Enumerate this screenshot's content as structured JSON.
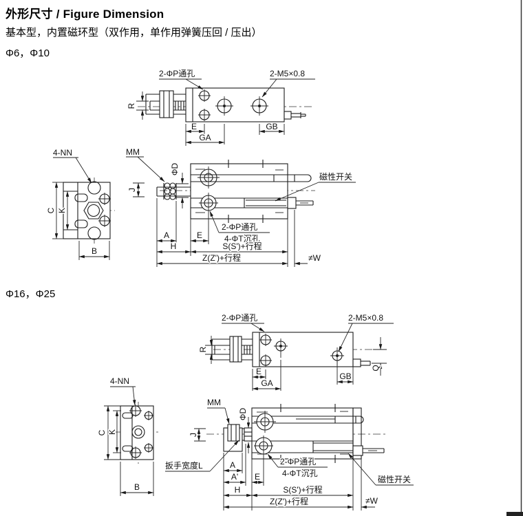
{
  "header": {
    "title": "外形尺寸 / Figure Dimension",
    "subtitle": "基本型，内置磁环型（双作用，单作用弹簧压回 / 压出）"
  },
  "sections": {
    "s1": {
      "size_label": "Φ6，Φ10"
    },
    "s2": {
      "size_label": "Φ16，Φ25"
    }
  },
  "labels": {
    "through_hole": "2-ΦP通孔",
    "thread_port": "2-M5×0.8",
    "counterbore": "4-ΦT沉孔",
    "nn": "4-NN",
    "mm": "MM",
    "phi_d": "ΦD",
    "magnetic_switch": "磁性开关",
    "stroke_s": "S(S')+行程",
    "stroke_z": "Z(Z')+行程",
    "w": "≠W",
    "wrench_width": "扳手宽度L",
    "dim_a": "A",
    "dim_a2": "A'",
    "dim_b": "B",
    "dim_c": "C",
    "dim_e": "E",
    "dim_ga": "GA",
    "dim_gb": "GB",
    "dim_h": "H",
    "dim_j": "J",
    "dim_k": "K",
    "dim_q": "Q",
    "dim_r": "R"
  }
}
